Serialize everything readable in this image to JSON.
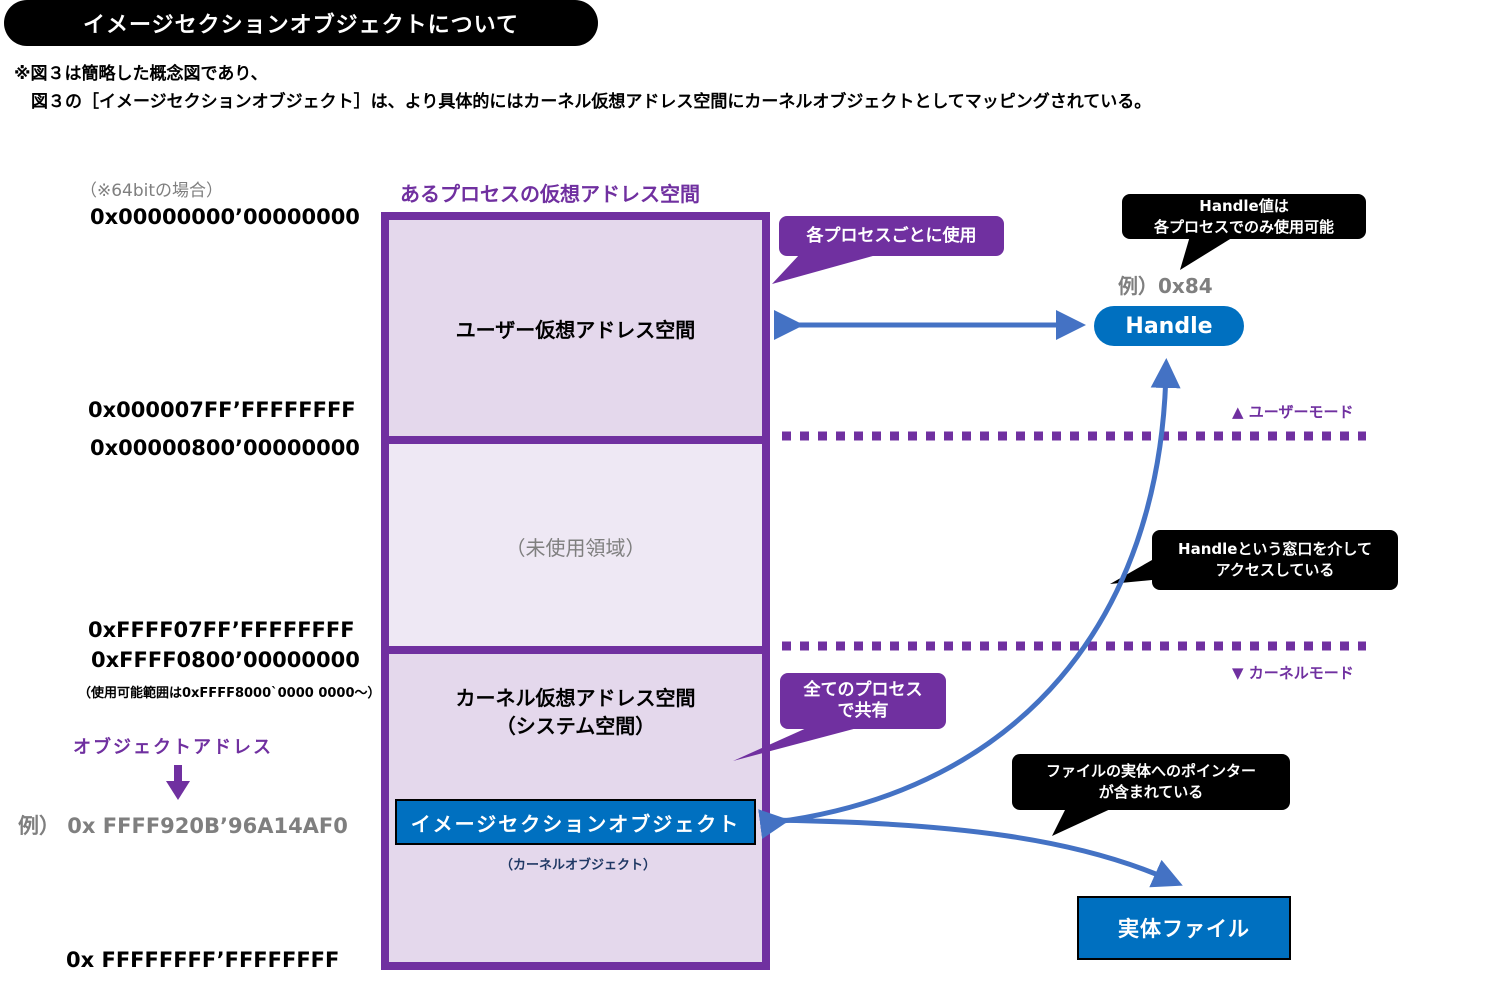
{
  "header": {
    "title": "イメージセクションオブジェクトについて",
    "note_line1": "※図３は簡略した概念図であり、",
    "note_line2": "　図３の［イメージセクションオブジェクト］は、より具体的にはカーネル仮想アドレス空間にカーネルオブジェクトとしてマッピングされている。"
  },
  "address_labels": {
    "arch_note": "（※64bitの場合）",
    "user_start": "0x00000000’00000000",
    "user_end": "0x000007FF’FFFFFFFF",
    "unused_start": "0x00000800’00000000",
    "unused_end": "0xFFFF07FF’FFFFFFFF",
    "kernel_start": "0xFFFF0800’00000000",
    "kernel_usable_note": "（使用可能範囲は0xFFFF8000`0000 0000～）",
    "kernel_end": "0x FFFFFFFF’FFFFFFFF"
  },
  "object_address": {
    "label": "オブジェクトアドレス",
    "arrow_icon": "down-arrow",
    "example": "例） 0x FFFF920B’96A14AF0"
  },
  "address_space": {
    "title": "あるプロセスの仮想アドレス空間",
    "user_space": "ユーザー仮想アドレス空間",
    "unused": "（未使用領域）",
    "kernel_space_line1": "カーネル仮想アドレス空間",
    "kernel_space_line2": "（システム空間）",
    "image_section_object": "イメージセクションオブジェクト",
    "kernel_object_note": "（カーネルオブジェクト）"
  },
  "callouts": {
    "per_process": "各プロセスごとに使用",
    "shared": [
      "全てのプロセス",
      "で共有"
    ],
    "handle_scope": [
      "Handle値は",
      "各プロセスでのみ使用可能"
    ],
    "handle_access": [
      "Handleという窓口を介して",
      "アクセスしている"
    ],
    "file_pointer": [
      "ファイルの実体へのポインター",
      "が含まれている"
    ]
  },
  "handle": {
    "example": "例）0x84",
    "label": "Handle"
  },
  "modes": {
    "user": "▲ ユーザーモード",
    "kernel": "▼ カーネルモード"
  },
  "real_file": {
    "label": "実体ファイル"
  },
  "colors": {
    "purple": "#7030a0",
    "blue": "#0070c0",
    "arrow_blue": "#4472c4",
    "space_fill": "#e4d8ec",
    "unused_fill": "#eee8f4",
    "gray_text": "#7f7f7f"
  }
}
